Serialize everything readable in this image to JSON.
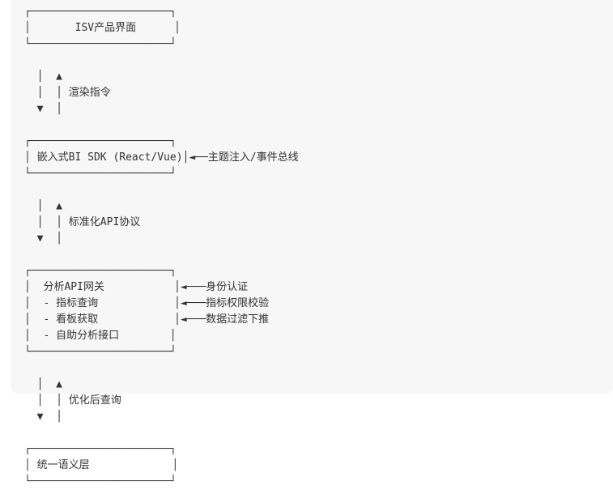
{
  "diagram": {
    "lines": [
      "┌──────────────────────┐",
      "│       ISV产品界面      │",
      "└──────────────────────┘",
      "",
      "  │  ▲",
      "  │  │ 渲染指令",
      "  ▼  │",
      "",
      "┌──────────────────────┐",
      "│ 嵌入式BI SDK (React/Vue)│◄──主题注入/事件总线",
      "└──────────────────────┘",
      "",
      "  │  ▲",
      "  │  │ 标准化API协议",
      "  ▼  │",
      "",
      "┌──────────────────────┐",
      "│  分析API网关           │◄───身份认证",
      "│  - 指标查询            │◄───指标权限校验",
      "│  - 看板获取            │◄───数据过滤下推",
      "│  - 自助分析接口        │",
      "└──────────────────────┘",
      "",
      "  │  ▲",
      "  │  │ 优化后查询",
      "  ▼  │",
      "",
      "┌──────────────────────┐",
      "│ 统一语义层             │",
      "└──────────────────────┘"
    ]
  }
}
